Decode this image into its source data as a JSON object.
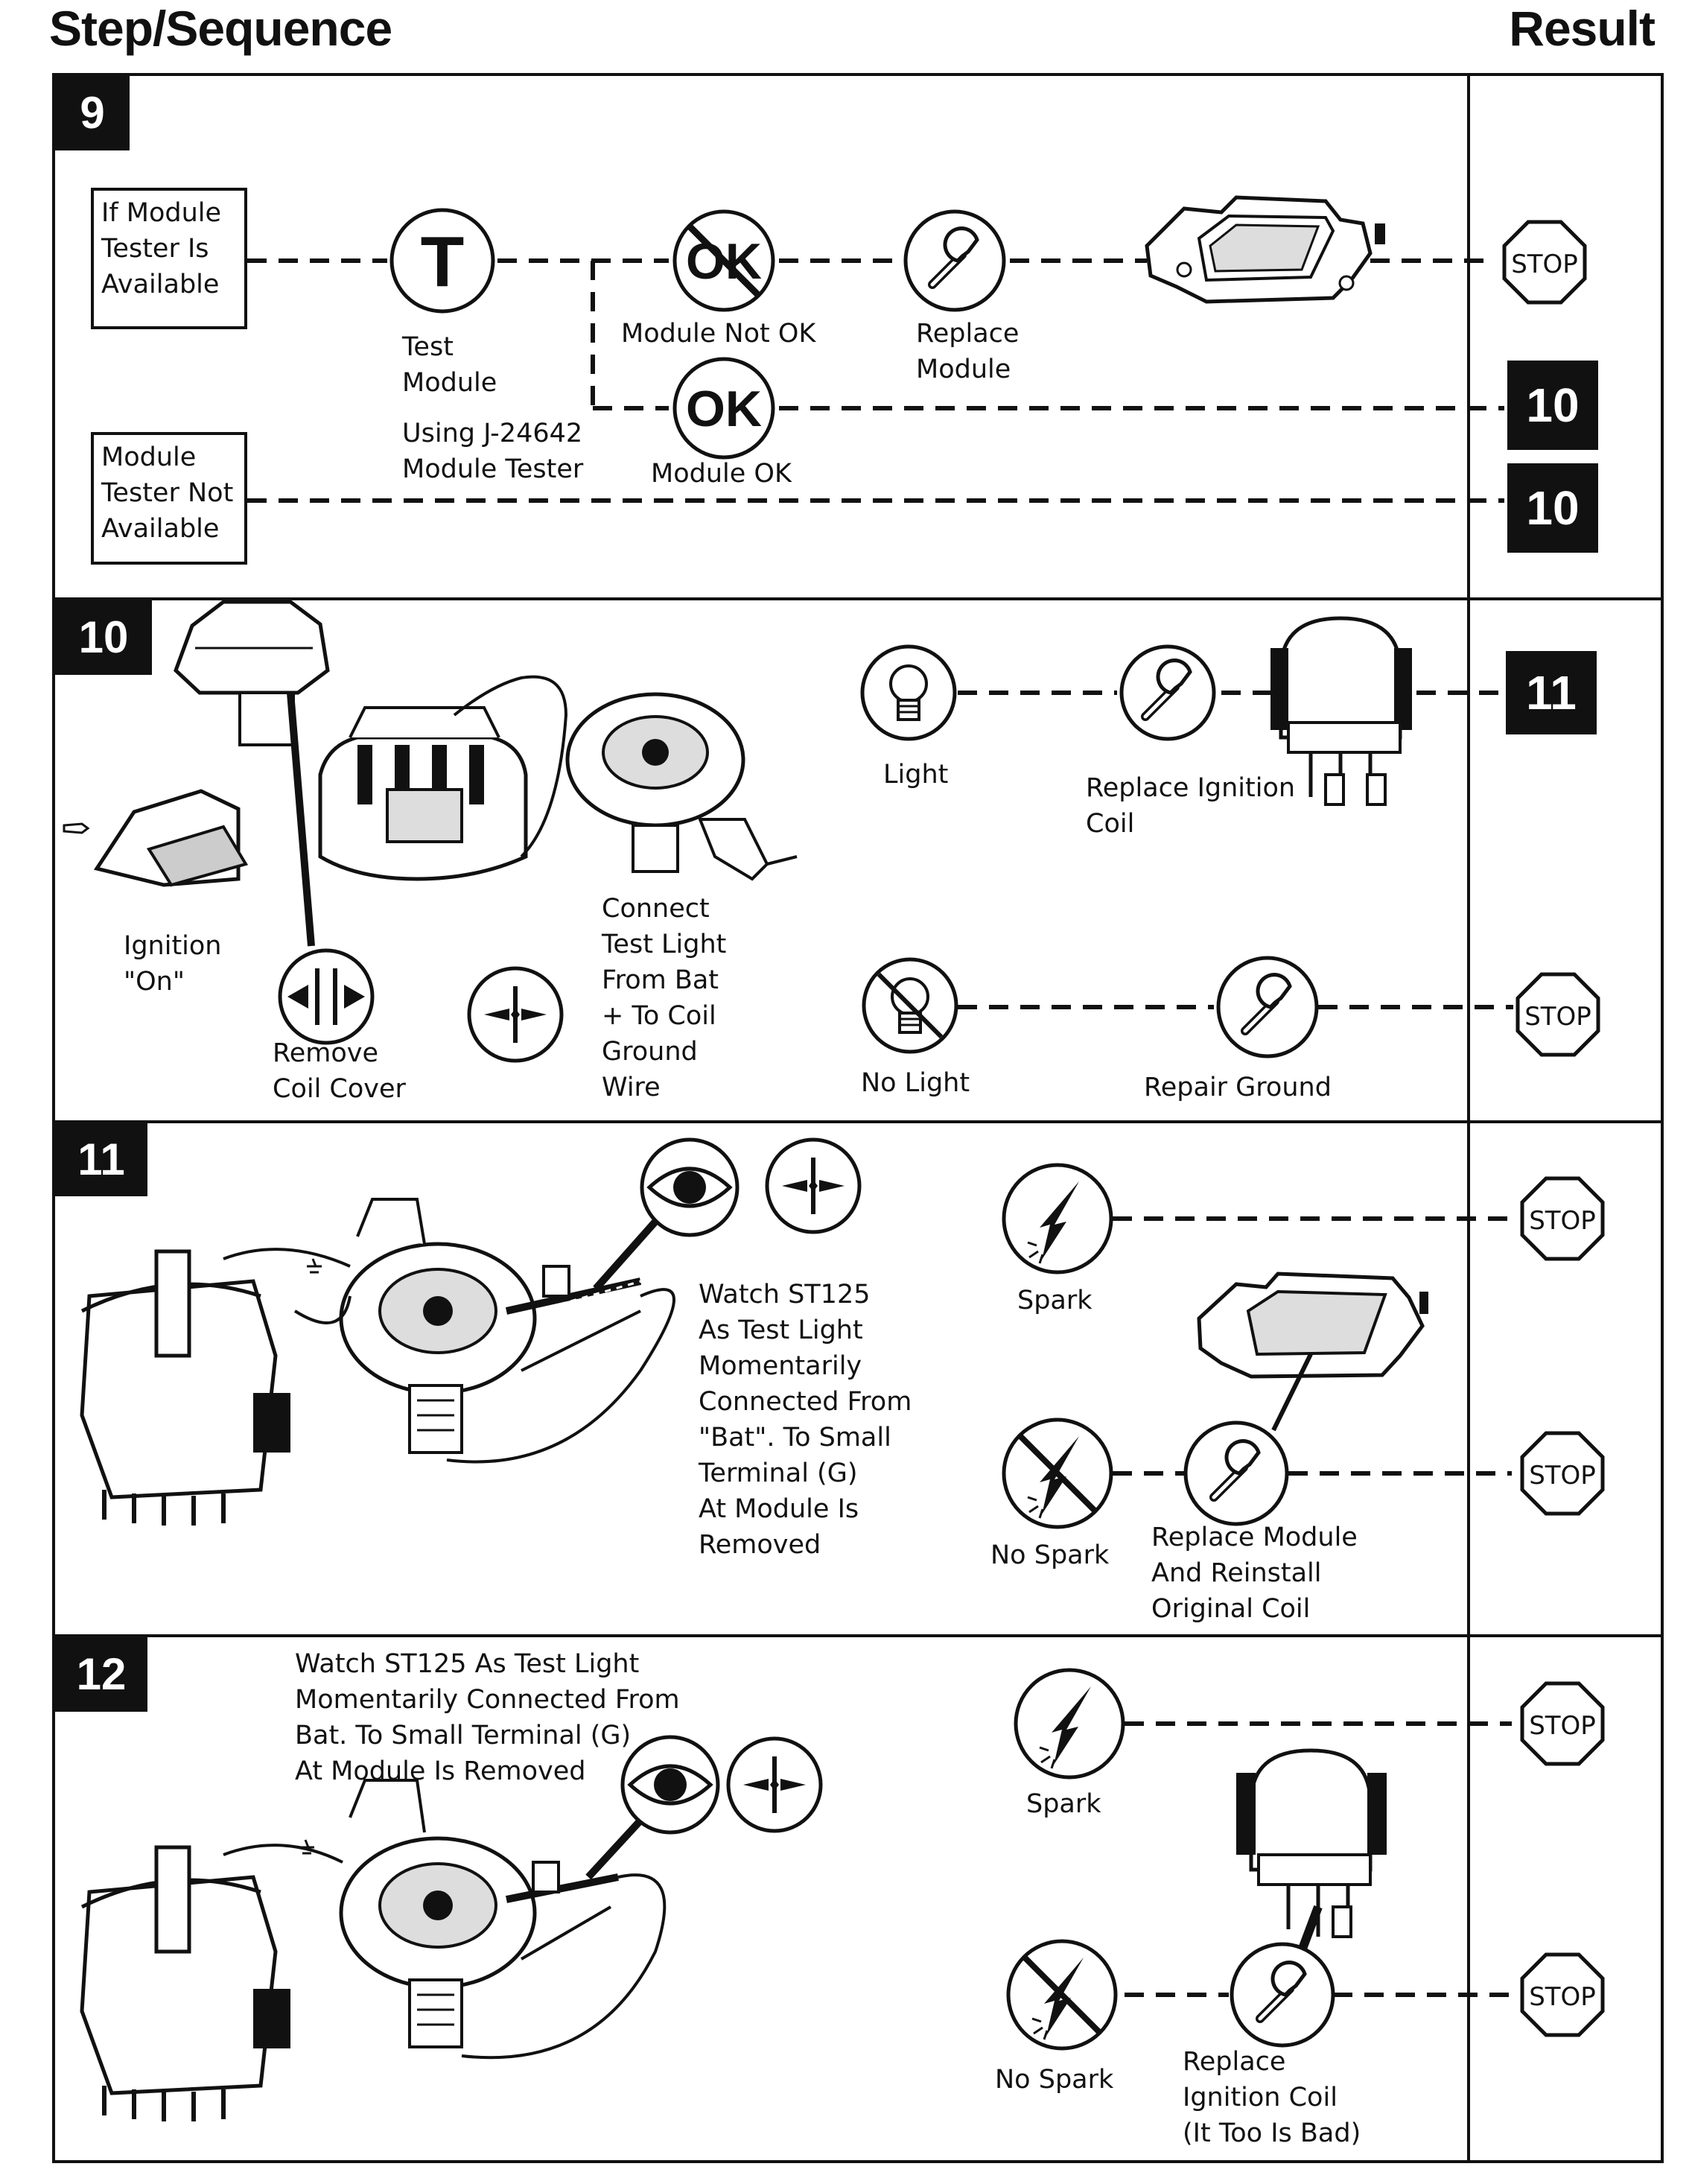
{
  "header": {
    "left": "Step/Sequence",
    "right": "Result"
  },
  "icons": {
    "stop_text": "STOP",
    "ok_text": "OK",
    "test_symbol": "T"
  },
  "steps": [
    {
      "number": "9",
      "box_available": "If Module\nTester Is\nAvailable",
      "box_not_available": "Module\nTester Not\nAvailable",
      "test_module": "Test\nModule",
      "using_tester": "Using J-24642\nModule Tester",
      "module_not_ok": "Module Not OK",
      "replace_module": "Replace\nModule",
      "module_ok": "Module OK",
      "result_ok": "10",
      "result_na": "10"
    },
    {
      "number": "10",
      "ignition_on": "Ignition\n\"On\"",
      "remove_coil_cover": "Remove\nCoil Cover",
      "connect_test_light": "Connect\nTest Light\nFrom Bat\n+ To Coil\nGround\nWire",
      "light": "Light",
      "replace_ignition_coil": "Replace Ignition\nCoil",
      "no_light": "No Light",
      "repair_ground": "Repair Ground",
      "result_light": "11"
    },
    {
      "number": "11",
      "watch_text": "Watch ST125\nAs Test Light\nMomentarily\nConnected From\n\"Bat\". To Small\nTerminal (G)\nAt Module Is\nRemoved",
      "spark": "Spark",
      "no_spark": "No Spark",
      "replace_module_reinstall": "Replace Module\nAnd Reinstall\nOriginal Coil"
    },
    {
      "number": "12",
      "watch_text": "Watch ST125 As Test Light\nMomentarily Connected From\nBat. To Small Terminal (G)\nAt Module Is Removed",
      "spark": "Spark",
      "no_spark": "No Spark",
      "replace_coil": "Replace\nIgnition Coil\n(It Too Is Bad)"
    }
  ]
}
